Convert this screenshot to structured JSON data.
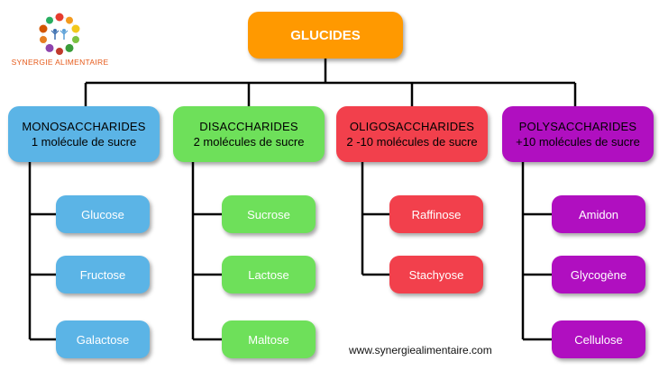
{
  "logo": {
    "text": "SYNERGIE ALIMENTAIRE"
  },
  "root": {
    "label": "GLUCIDES",
    "color": "#ff9900"
  },
  "categories": [
    {
      "title": "MONOSACCHARIDES",
      "subtitle": "1 molécule de sucre",
      "color": "#5bb4e6",
      "items": [
        "Glucose",
        "Fructose",
        "Galactose"
      ]
    },
    {
      "title": "DISACCHARIDES",
      "subtitle": "2 molécules de sucre",
      "color": "#6ee05a",
      "items": [
        "Sucrose",
        "Lactose",
        "Maltose"
      ]
    },
    {
      "title": "OLIGOSACCHARIDES",
      "subtitle": "2 -10 molécules de sucre",
      "color": "#f2404c",
      "items": [
        "Raffinose",
        "Stachyose"
      ]
    },
    {
      "title": "POLYSACCHARIDES",
      "subtitle": "+10 molécules de sucre",
      "color": "#b00fc0",
      "items": [
        "Amidon",
        "Glycogène",
        "Cellulose"
      ]
    }
  ],
  "footer": {
    "url": "www.synergiealimentaire.com"
  }
}
